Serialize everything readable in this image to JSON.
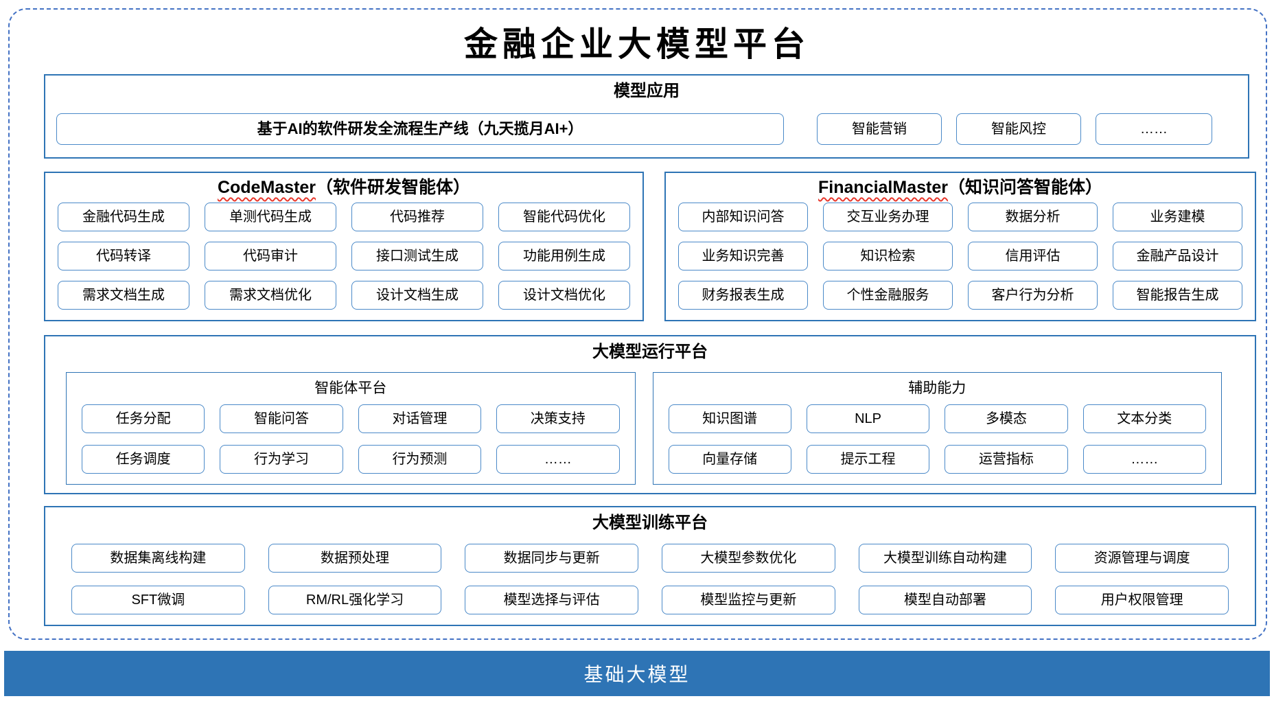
{
  "title": "金融企业大模型平台",
  "model_app": {
    "header": "模型应用",
    "pipeline": "基于AI的软件研发全流程生产线（九天揽月AI+）",
    "items": [
      "智能营销",
      "智能风控",
      "……"
    ]
  },
  "code_master": {
    "name": "CodeMaster",
    "subtitle": "（软件研发智能体）",
    "items": [
      "金融代码生成",
      "单测代码生成",
      "代码推荐",
      "智能代码优化",
      "代码转译",
      "代码审计",
      "接口测试生成",
      "功能用例生成",
      "需求文档生成",
      "需求文档优化",
      "设计文档生成",
      "设计文档优化"
    ]
  },
  "financial_master": {
    "name": "FinancialMaster",
    "subtitle": "（知识问答智能体）",
    "items": [
      "内部知识问答",
      "交互业务办理",
      "数据分析",
      "业务建模",
      "业务知识完善",
      "知识检索",
      "信用评估",
      "金融产品设计",
      "财务报表生成",
      "个性金融服务",
      "客户行为分析",
      "智能报告生成"
    ]
  },
  "runtime": {
    "header": "大模型运行平台",
    "agent_platform": {
      "header": "智能体平台",
      "items": [
        "任务分配",
        "智能问答",
        "对话管理",
        "决策支持",
        "任务调度",
        "行为学习",
        "行为预测",
        "……"
      ]
    },
    "aux_ability": {
      "header": "辅助能力",
      "items": [
        "知识图谱",
        "NLP",
        "多模态",
        "文本分类",
        "向量存储",
        "提示工程",
        "运营指标",
        "……"
      ]
    }
  },
  "training": {
    "header": "大模型训练平台",
    "items": [
      "数据集离线构建",
      "数据预处理",
      "数据同步与更新",
      "大模型参数优化",
      "大模型训练自动构建",
      "资源管理与调度",
      "SFT微调",
      "RM/RL强化学习",
      "模型选择与评估",
      "模型监控与更新",
      "模型自动部署",
      "用户权限管理"
    ]
  },
  "base_model": {
    "label": "基础大模型"
  },
  "colors": {
    "section_border": "#2E74B5",
    "item_border": "#4A89C8",
    "outer_dashed": "#4472C4",
    "base_bar": "#2E74B5",
    "squiggle": "#E8372C"
  }
}
